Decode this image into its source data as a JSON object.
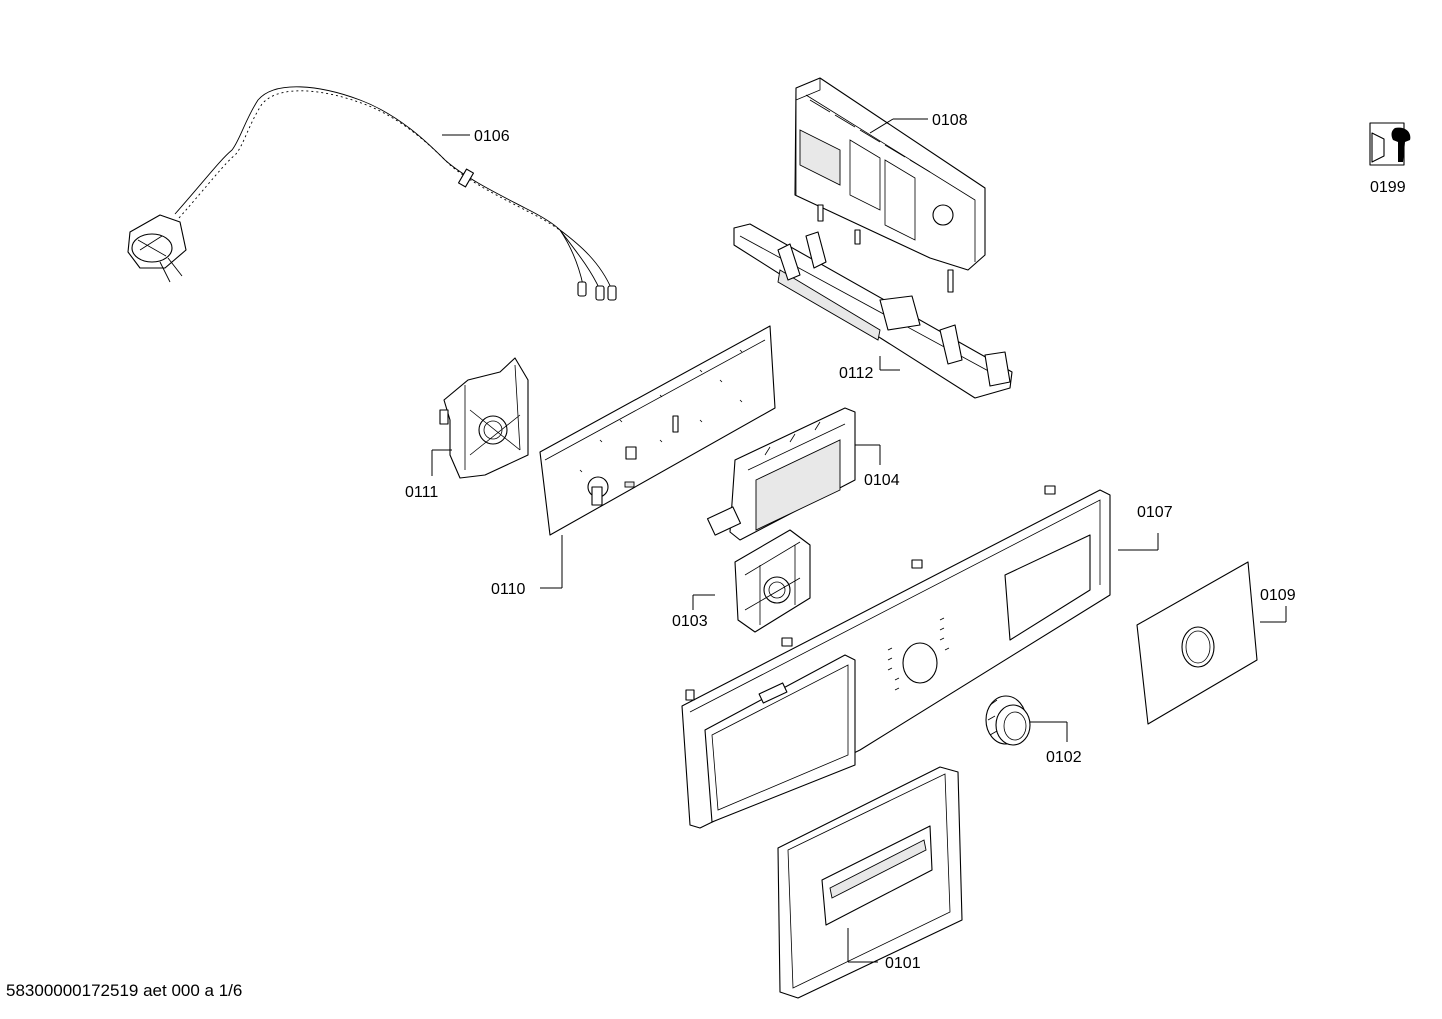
{
  "diagram": {
    "parts": [
      {
        "id": "p0106",
        "label": "0106",
        "name": "power-cord"
      },
      {
        "id": "p0108",
        "label": "0108",
        "name": "control-module"
      },
      {
        "id": "p0199",
        "label": "0199",
        "name": "service-tool"
      },
      {
        "id": "p0112",
        "label": "0112",
        "name": "module-holder"
      },
      {
        "id": "p0111",
        "label": "0111",
        "name": "knob-bracket"
      },
      {
        "id": "p0110",
        "label": "0110",
        "name": "control-board"
      },
      {
        "id": "p0104",
        "label": "0104",
        "name": "display-module"
      },
      {
        "id": "p0107",
        "label": "0107",
        "name": "control-panel"
      },
      {
        "id": "p0109",
        "label": "0109",
        "name": "panel-insert"
      },
      {
        "id": "p0103",
        "label": "0103",
        "name": "selector-bracket"
      },
      {
        "id": "p0102",
        "label": "0102",
        "name": "selector-knob"
      },
      {
        "id": "p0101",
        "label": "0101",
        "name": "detergent-drawer-handle"
      }
    ]
  },
  "footer": {
    "text": "58300000172519 aet 000 a 1/6"
  }
}
